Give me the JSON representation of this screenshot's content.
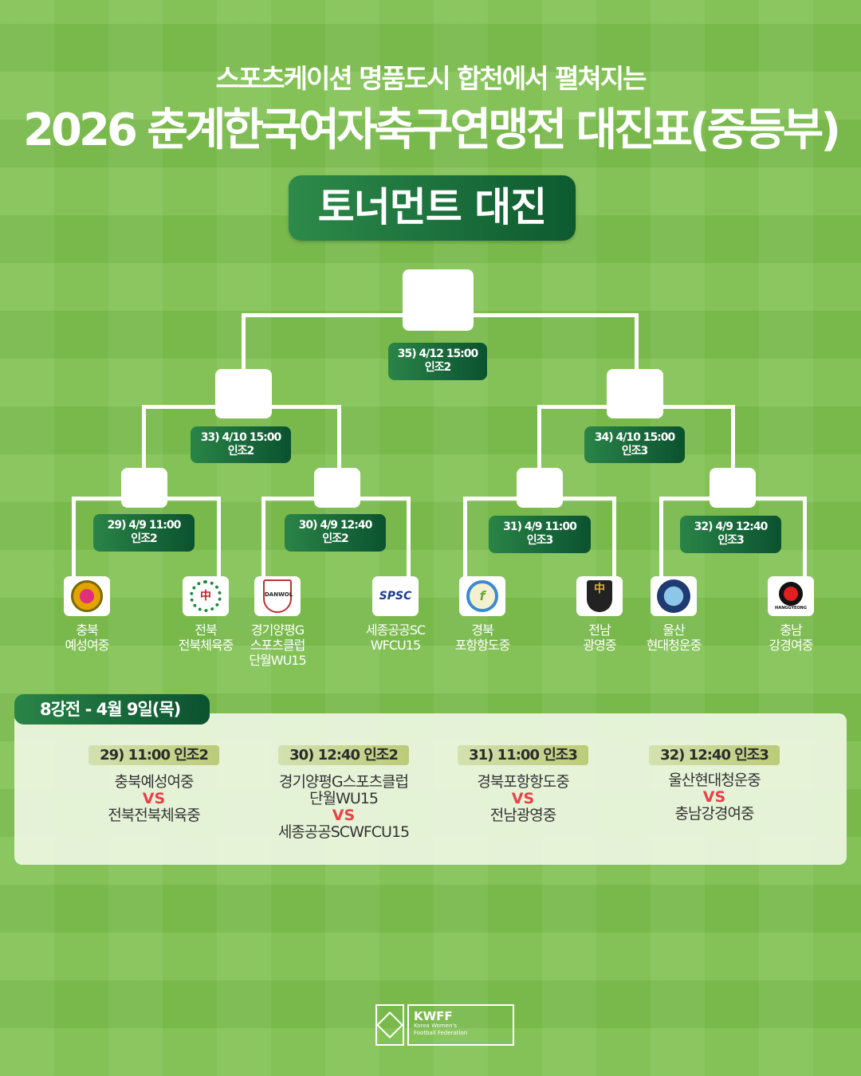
{
  "header": {
    "subtitle": "스포츠케이션 명품도시 합천에서 펼쳐지는",
    "title": "2026 춘계한국여자축구연맹전 대진표(중등부)",
    "section": "토너먼트 대진"
  },
  "bracket": {
    "final": {
      "match": "35) 4/12 15:00",
      "venue": "인조2"
    },
    "semis": [
      {
        "match": "33) 4/10 15:00",
        "venue": "인조2"
      },
      {
        "match": "34) 4/10 15:00",
        "venue": "인조3"
      }
    ],
    "quarters": [
      {
        "match": "29) 4/9 11:00",
        "venue": "인조2"
      },
      {
        "match": "30) 4/9 12:40",
        "venue": "인조2"
      },
      {
        "match": "31) 4/9 11:00",
        "venue": "인조3"
      },
      {
        "match": "32) 4/9 12:40",
        "venue": "인조3"
      }
    ],
    "teams": [
      {
        "line1": "충북",
        "line2": "예성여중",
        "line3": ""
      },
      {
        "line1": "전북",
        "line2": "전북체육중",
        "line3": ""
      },
      {
        "line1": "경기양평G",
        "line2": "스포츠클럽",
        "line3": "단월WU15",
        "logo_text": "DANWOL"
      },
      {
        "line1": "세종공공SC",
        "line2": "WFCU15",
        "line3": "",
        "logo_text": "SPSC"
      },
      {
        "line1": "경북",
        "line2": "포항항도중",
        "line3": ""
      },
      {
        "line1": "전남",
        "line2": "광영중",
        "line3": ""
      },
      {
        "line1": "울산",
        "line2": "현대청운중",
        "line3": ""
      },
      {
        "line1": "충남",
        "line2": "강경여중",
        "line3": "",
        "logo_text": "HANGGYEONG"
      }
    ]
  },
  "schedule": {
    "title": "8강전 - 4월 9일(목)",
    "vs": "VS",
    "matches": [
      {
        "tag": "29) 11:00 인조2",
        "home": "충북예성여중",
        "home2": "",
        "away": "전북전북체육중"
      },
      {
        "tag": "30) 12:40 인조2",
        "home": "경기양평G스포츠클럽",
        "home2": "단월WU15",
        "away": "세종공공SCWFCU15"
      },
      {
        "tag": "31) 11:00 인조3",
        "home": "경북포항항도중",
        "home2": "",
        "away": "전남광영중"
      },
      {
        "tag": "32) 12:40 인조3",
        "home": "울산현대청운중",
        "home2": "",
        "away": "충남강경여중"
      }
    ]
  },
  "footer": {
    "logo": "KWFF",
    "org1": "Korea Women's",
    "org2": "Football Federation"
  },
  "colors": {
    "accent": "#0b5230",
    "vs": "#e8414a",
    "background": "#7dbf4e"
  }
}
